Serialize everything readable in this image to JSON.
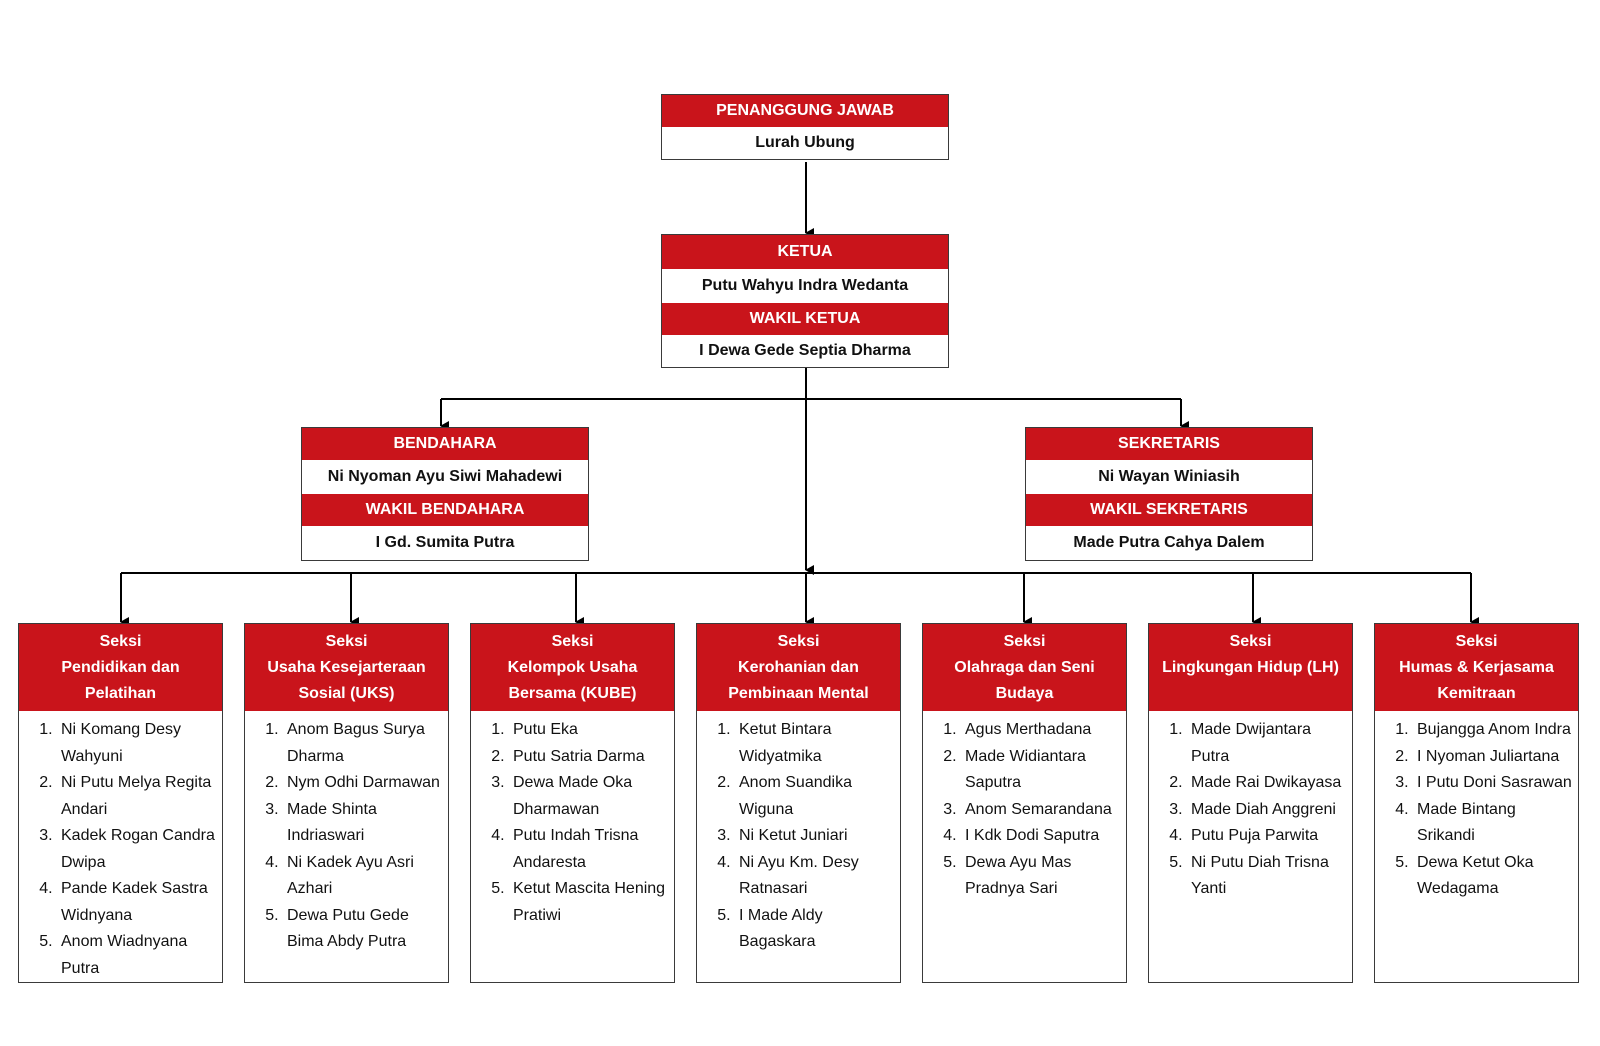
{
  "penanggung_jawab": {
    "title": "PENANGGUNG JAWAB",
    "name": "Lurah Ubung"
  },
  "ketua": {
    "title": "KETUA",
    "name": "Putu Wahyu Indra Wedanta",
    "wakil_title": "WAKIL KETUA",
    "wakil_name": "I Dewa Gede Septia Dharma"
  },
  "bendahara": {
    "title": "BENDAHARA",
    "name": "Ni Nyoman Ayu Siwi Mahadewi",
    "wakil_title": "WAKIL BENDAHARA",
    "wakil_name": "I Gd. Sumita Putra"
  },
  "sekretaris": {
    "title": "SEKRETARIS",
    "name": "Ni Wayan Winiasih",
    "wakil_title": "WAKIL SEKRETARIS",
    "wakil_name": "Made Putra Cahya Dalem"
  },
  "seksi": [
    {
      "header": [
        "Seksi",
        "Pendidikan dan",
        "Pelatihan"
      ],
      "members": [
        "Ni Komang Desy Wahyuni",
        "Ni Putu Melya Regita Andari",
        "Kadek Rogan Candra Dwipa",
        "Pande Kadek Sastra Widnyana",
        "Anom Wiadnyana Putra"
      ]
    },
    {
      "header": [
        "Seksi",
        "Usaha Kesejarteraan",
        "Sosial (UKS)"
      ],
      "members": [
        "Anom Bagus Surya Dharma",
        "Nym Odhi Darmawan",
        "Made Shinta Indriaswari",
        "Ni Kadek Ayu Asri Azhari",
        "Dewa Putu Gede Bima Abdy Putra"
      ]
    },
    {
      "header": [
        "Seksi",
        "Kelompok Usaha",
        "Bersama (KUBE)"
      ],
      "members": [
        "Putu Eka",
        "Putu Satria Darma",
        "Dewa Made Oka Dharmawan",
        "Putu Indah Trisna Andaresta",
        "Ketut Mascita Hening Pratiwi"
      ]
    },
    {
      "header": [
        "Seksi",
        "Kerohanian dan",
        "Pembinaan Mental"
      ],
      "members": [
        "Ketut Bintara Widyatmika",
        "Anom Suandika Wiguna",
        "Ni Ketut Juniari",
        "Ni Ayu Km. Desy Ratnasari",
        "I Made Aldy Bagaskara"
      ]
    },
    {
      "header": [
        "Seksi",
        "Olahraga dan Seni",
        "Budaya"
      ],
      "members": [
        "Agus Merthadana",
        "Made Widiantara Saputra",
        "Anom Semarandana",
        "I Kdk Dodi Saputra",
        "Dewa Ayu Mas Pradnya Sari"
      ]
    },
    {
      "header": [
        "Seksi",
        "Lingkungan Hidup (LH)",
        ""
      ],
      "members": [
        "Made Dwijantara Putra",
        "Made Rai Dwikayasa",
        "Made Diah Anggreni",
        "Putu Puja Parwita",
        "Ni Putu Diah Trisna Yanti"
      ]
    },
    {
      "header": [
        "Seksi",
        "Humas & Kerjasama",
        "Kemitraan"
      ],
      "members": [
        "Bujangga Anom Indra",
        "I Nyoman Juliartana",
        "I Putu Doni Sasrawan",
        "Made Bintang Srikandi",
        "Dewa Ketut Oka Wedagama"
      ]
    }
  ],
  "colors": {
    "header_red": "#c9141b",
    "border": "#3a3a3a",
    "line": "#000000"
  }
}
